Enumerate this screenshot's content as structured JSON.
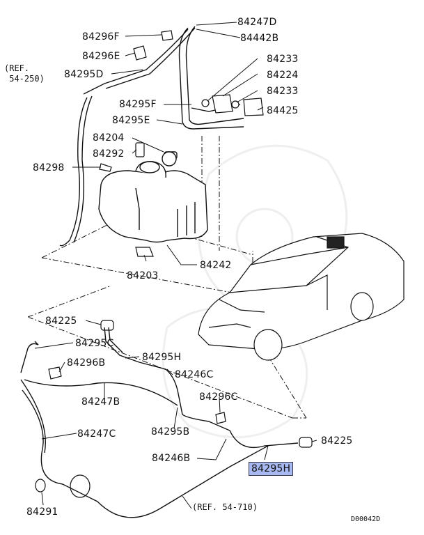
{
  "labels": {
    "p84247D": "84247D",
    "p84296F": "84296F",
    "p84442B": "84442B",
    "p84296E": "84296E",
    "p84233a": "84233",
    "p84295D": "84295D",
    "p84224": "84224",
    "p84233b": "84233",
    "p84295F": "84295F",
    "p84425": "84425",
    "p84295E": "84295E",
    "p84204": "84204",
    "p84292": "84292",
    "p84298": "84298",
    "p84203": "84203",
    "p84242": "84242",
    "p84225a": "84225",
    "p84295C": "84295C",
    "p84295H_top": "84295H",
    "p84296B": "84296B",
    "p84246C": "84246C",
    "p84247B": "84247B",
    "p84296C": "84296C",
    "p84295B": "84295B",
    "p84247C": "84247C",
    "p84225b": "84225",
    "p84246B": "84246B",
    "p84295H_hl": "84295H",
    "p84291": "84291"
  },
  "refs": {
    "ref_top_line1": "(REF.",
    "ref_top_line2": " 54-250)",
    "ref_bottom": "(REF. 54-710)"
  },
  "diagram_code": "D00042D",
  "colors": {
    "highlight": "#a8b8f0",
    "line": "#111111"
  }
}
